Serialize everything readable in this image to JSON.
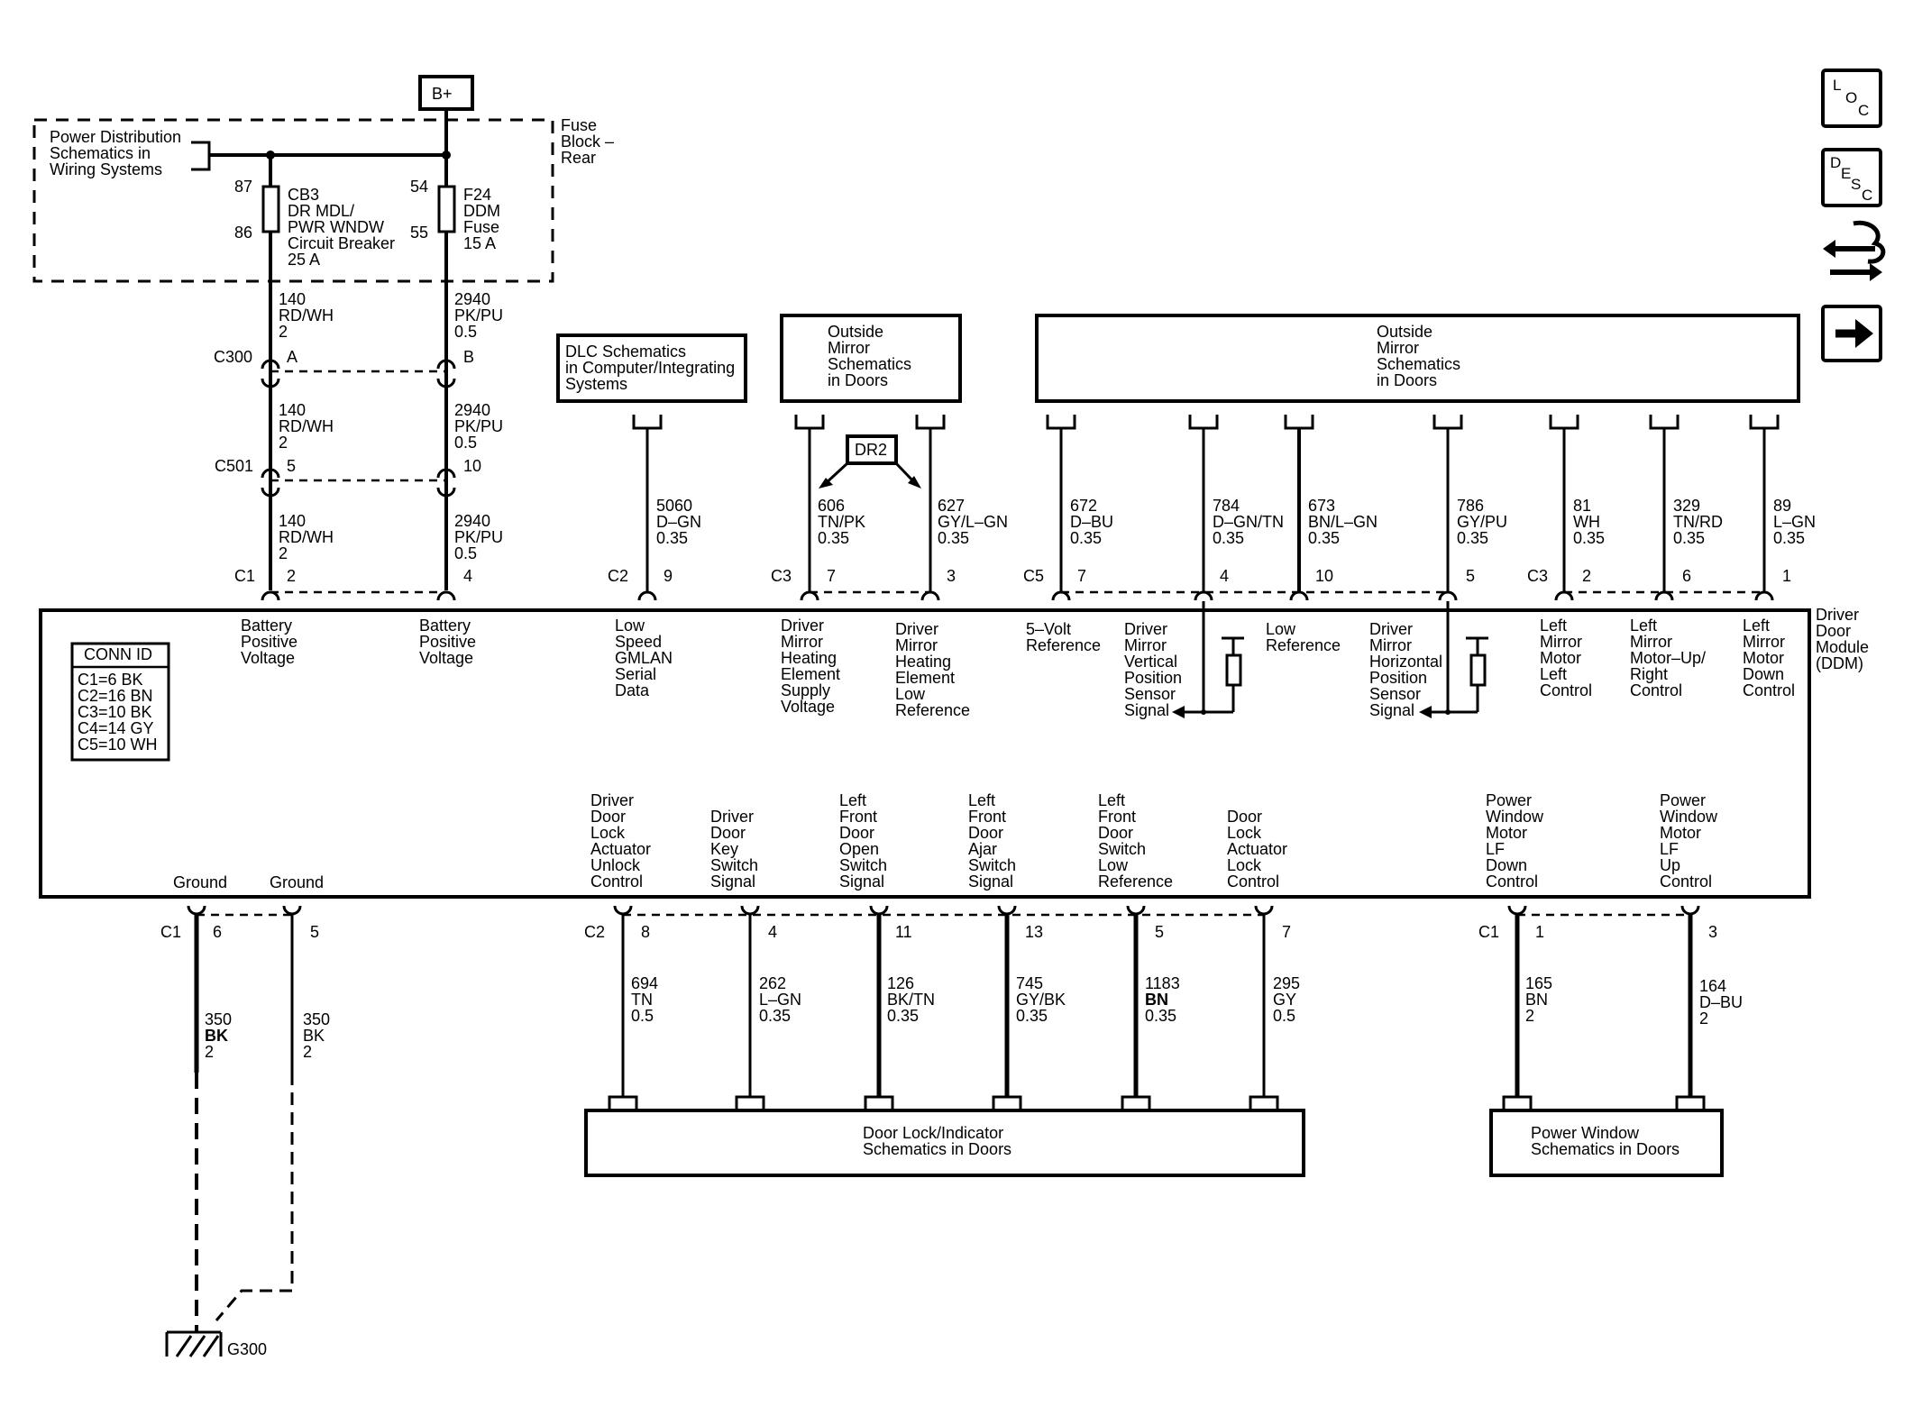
{
  "battery_label": "B+",
  "fuse_block_label": [
    "Fuse",
    "Block –",
    "Rear"
  ],
  "power_dist_label": [
    "Power Distribution",
    "Schematics in",
    "Wiring Systems"
  ],
  "cb3": {
    "pin_top": "87",
    "pin_bottom": "86",
    "label": [
      "CB3",
      "DR MDL/",
      "PWR WNDW",
      "Circuit Breaker",
      "25 A"
    ]
  },
  "f24": {
    "pin_top": "54",
    "pin_bottom": "55",
    "label": [
      "F24",
      "DDM",
      "Fuse",
      "15 A"
    ]
  },
  "battery_wires": [
    {
      "c300": {
        "connector": "C300",
        "pin": "A"
      },
      "c501": {
        "connector": "C501",
        "pin": "5"
      },
      "c1": {
        "connector": "C1",
        "pin": "2"
      },
      "seg1": [
        "140",
        "RD/WH",
        "2"
      ],
      "seg2": [
        "140",
        "RD/WH",
        "2"
      ],
      "seg3": [
        "140",
        "RD/WH",
        "2"
      ],
      "func": [
        "Battery",
        "Positive",
        "Voltage"
      ]
    },
    {
      "c300": {
        "pin": "B"
      },
      "c501": {
        "pin": "10"
      },
      "c1": {
        "pin": "4"
      },
      "seg1": [
        "2940",
        "PK/PU",
        "0.5"
      ],
      "seg2": [
        "2940",
        "PK/PU",
        "0.5"
      ],
      "seg3": [
        "2940",
        "PK/PU",
        "0.5"
      ],
      "func": [
        "Battery",
        "Positive",
        "Voltage"
      ]
    }
  ],
  "dlc_box": [
    "DLC Schematics",
    "in Computer/Integrating",
    "Systems"
  ],
  "outside_mirror_box_small": [
    "Outside",
    "Mirror",
    "Schematics",
    "in Doors"
  ],
  "outside_mirror_box_large": [
    "Outside",
    "Mirror",
    "Schematics",
    "in Doors"
  ],
  "dr2_label": "DR2",
  "top_wires": [
    {
      "connector": "C2",
      "pin": "9",
      "circuit": [
        "5060",
        "D–GN",
        "0.35"
      ],
      "func": [
        "Low",
        "Speed",
        "GMLAN",
        "Serial",
        "Data"
      ]
    },
    {
      "connector": "C3",
      "pin": "7",
      "circuit": [
        "606",
        "TN/PK",
        "0.35"
      ],
      "func": [
        "Driver",
        "Mirror",
        "Heating",
        "Element",
        "Supply",
        "Voltage"
      ]
    },
    {
      "pin": "3",
      "circuit": [
        "627",
        "GY/L–GN",
        "0.35"
      ],
      "func": [
        "Driver",
        "Mirror",
        "Heating",
        "Element",
        "Low",
        "Reference"
      ]
    },
    {
      "connector": "C5",
      "pin": "7",
      "circuit": [
        "672",
        "D–BU",
        "0.35"
      ],
      "func": [
        "5–Volt",
        "Reference"
      ]
    },
    {
      "pin": "4",
      "circuit": [
        "784",
        "D–GN/TN",
        "0.35"
      ],
      "func": [
        "Driver",
        "Mirror",
        "Vertical",
        "Position",
        "Sensor",
        "Signal"
      ]
    },
    {
      "pin": "10",
      "circuit": [
        "673",
        "BN/L–GN",
        "0.35"
      ],
      "func": [
        "Low",
        "Reference"
      ]
    },
    {
      "pin": "5",
      "circuit": [
        "786",
        "GY/PU",
        "0.35"
      ],
      "func": [
        "Driver",
        "Mirror",
        "Horizontal",
        "Position",
        "Sensor",
        "Signal"
      ]
    },
    {
      "connector": "C3",
      "pin": "2",
      "circuit": [
        "81",
        "WH",
        "0.35"
      ],
      "func": [
        "Left",
        "Mirror",
        "Motor",
        "Left",
        "Control"
      ]
    },
    {
      "pin": "6",
      "circuit": [
        "329",
        "TN/RD",
        "0.35"
      ],
      "func": [
        "Left",
        "Mirror",
        "Motor–Up/",
        "Right",
        "Control"
      ]
    },
    {
      "pin": "1",
      "circuit": [
        "89",
        "L–GN",
        "0.35"
      ],
      "func": [
        "Left",
        "Mirror",
        "Motor",
        "Down",
        "Control"
      ]
    }
  ],
  "module_label": [
    "Driver",
    "Door",
    "Module",
    "(DDM)"
  ],
  "conn_id": {
    "title": "CONN ID",
    "rows": [
      "C1=6 BK",
      "C2=16 BN",
      "C3=10 BK",
      "C4=14 GY",
      "C5=10 WH"
    ]
  },
  "ground_wires": [
    {
      "connector": "C1",
      "pin": "6",
      "func": "Ground",
      "circuit": [
        "350",
        "BK",
        "2"
      ]
    },
    {
      "pin": "5",
      "func": "Ground",
      "circuit": [
        "350",
        "BK",
        "2"
      ]
    }
  ],
  "ground_label": "G300",
  "door_lock_wires": [
    {
      "connector": "C2",
      "pin": "8",
      "circuit": [
        "694",
        "TN",
        "0.5"
      ],
      "func": [
        "Driver",
        "Door",
        "Lock",
        "Actuator",
        "Unlock",
        "Control"
      ]
    },
    {
      "pin": "4",
      "circuit": [
        "262",
        "L–GN",
        "0.35"
      ],
      "func": [
        "Driver",
        "Door",
        "Key",
        "Switch",
        "Signal"
      ]
    },
    {
      "pin": "11",
      "circuit": [
        "126",
        "BK/TN",
        "0.35"
      ],
      "func": [
        "Left",
        "Front",
        "Door",
        "Open",
        "Switch",
        "Signal"
      ]
    },
    {
      "pin": "13",
      "circuit": [
        "745",
        "GY/BK",
        "0.35"
      ],
      "func": [
        "Left",
        "Front",
        "Door",
        "Ajar",
        "Switch",
        "Signal"
      ]
    },
    {
      "pin": "5",
      "circuit": [
        "1183",
        "BN",
        "0.35"
      ],
      "func": [
        "Left",
        "Front",
        "Door",
        "Switch",
        "Low",
        "Reference"
      ]
    },
    {
      "pin": "7",
      "circuit": [
        "295",
        "GY",
        "0.5"
      ],
      "func": [
        "Door",
        "Lock",
        "Actuator",
        "Lock",
        "Control"
      ]
    }
  ],
  "window_wires": [
    {
      "connector": "C1",
      "pin": "1",
      "circuit": [
        "165",
        "BN",
        "2"
      ],
      "func": [
        "Power",
        "Window",
        "Motor",
        "LF",
        "Down",
        "Control"
      ]
    },
    {
      "pin": "3",
      "circuit": [
        "164",
        "D–BU",
        "2"
      ],
      "func": [
        "Power",
        "Window",
        "Motor",
        "LF",
        "Up",
        "Control"
      ]
    }
  ],
  "door_lock_box": [
    "Door Lock/Indicator",
    "Schematics in Doors"
  ],
  "power_window_box": [
    "Power Window",
    "Schematics in Doors"
  ],
  "side_icons": {
    "loc": [
      "L",
      "O",
      "C"
    ],
    "desc": [
      "D",
      "E",
      "S",
      "C"
    ],
    "flow_icon": "connector-flow-icon",
    "arrow_icon": "next-arrow-icon"
  }
}
